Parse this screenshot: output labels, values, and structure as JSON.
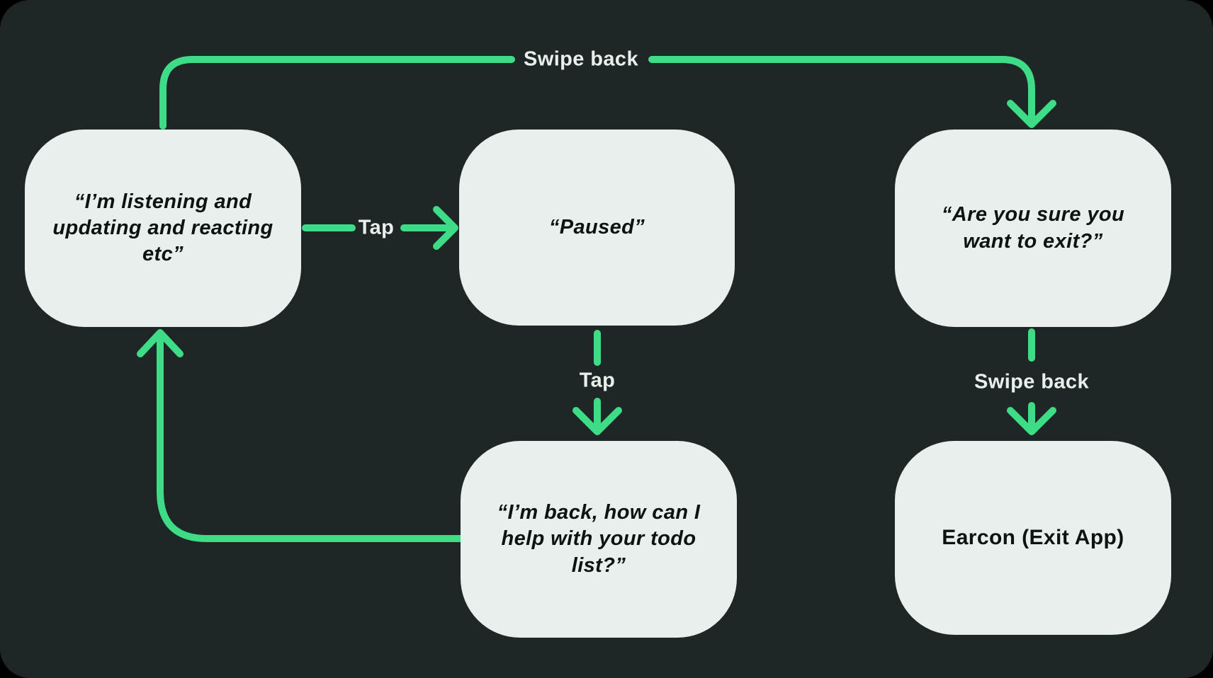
{
  "diagram": {
    "colors": {
      "page-bg": "#000000",
      "panel-bg": "#1f2726",
      "node-fill": "#e8efec",
      "node-text": "#0c1312",
      "accent": "#3edc86",
      "label-text": "#e9efec"
    },
    "nodes": {
      "listening": {
        "label": "“I’m listening and\nupdating and reacting\netc”"
      },
      "paused": {
        "label": "“Paused”"
      },
      "confirm_exit": {
        "label": "“Are you sure you\nwant to exit?”"
      },
      "back_help": {
        "label": "“I’m back, how can I\nhelp with your todo\nlist?”"
      },
      "earcon": {
        "label": "Earcon (Exit App)"
      }
    },
    "edge_labels": {
      "swipe_back_top": "Swipe back",
      "tap_right": "Tap",
      "tap_down": "Tap",
      "swipe_back_down": "Swipe back"
    }
  }
}
